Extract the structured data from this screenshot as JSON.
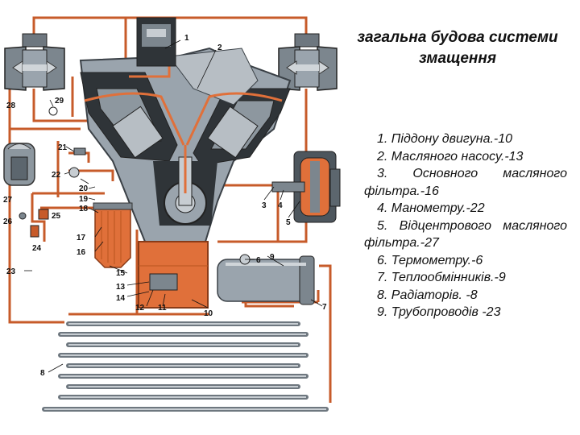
{
  "title_line1": "загальна будова системи",
  "title_line2": "змащення",
  "legend": [
    "1. Піддону двигуна.-10",
    "2. Масляного насосу.-13",
    "3. Основного масляного фільтра.-16",
    "4. Манометру.-22",
    "5. Відцентрового масляного фільтра.-27",
    "6. Термометру.-6",
    "7. Теплообмінників.-9",
    "8. Радіаторів. -8",
    "9. Трубопроводів -23"
  ],
  "callouts": [
    "1",
    "2",
    "3",
    "4",
    "5",
    "6",
    "7",
    "8",
    "9",
    "10",
    "11",
    "12",
    "13",
    "14",
    "15",
    "16",
    "17",
    "18",
    "19",
    "20",
    "21",
    "22",
    "23",
    "24",
    "25",
    "26",
    "27",
    "28",
    "29"
  ],
  "colors": {
    "oil_pipe": "#c75b2a",
    "oil_fill": "#e0703a",
    "engine_body": "#9aa4ad",
    "engine_dark": "#2f3438",
    "engine_light": "#c7cdd2"
  }
}
